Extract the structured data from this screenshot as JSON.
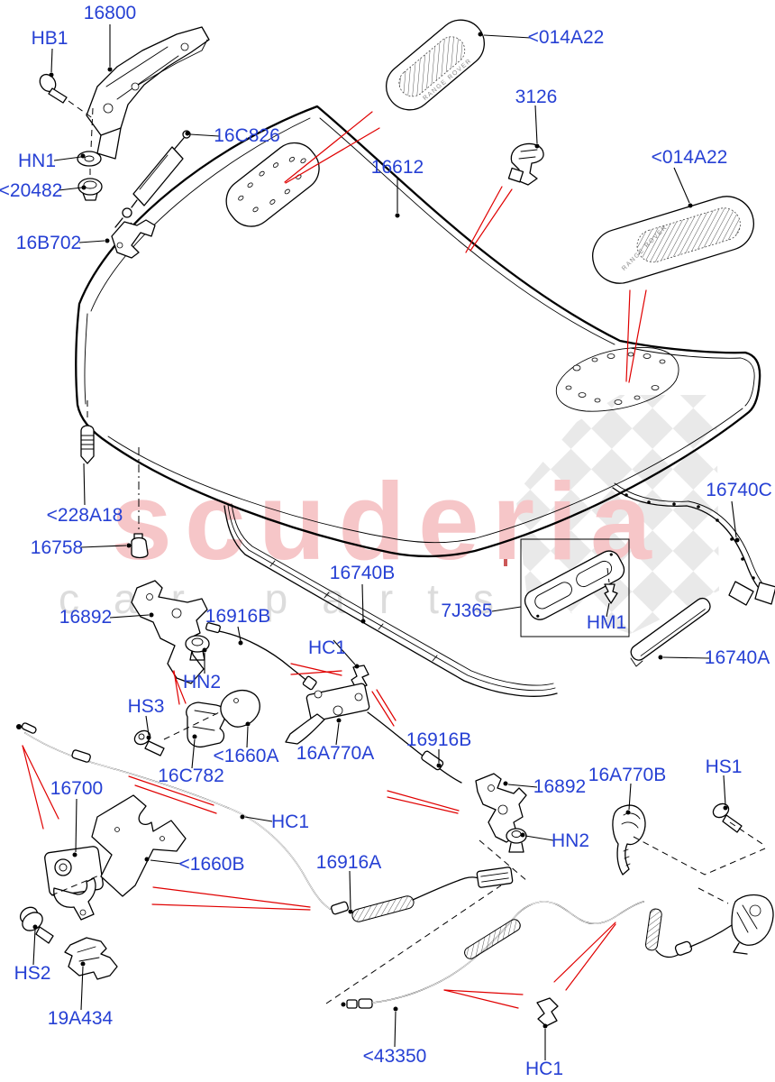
{
  "diagram": {
    "colors": {
      "label_blue": "#2640d4",
      "leader_red": "#e00000",
      "watermark_pink": "#f6c6c8",
      "watermark_gray": "#dcdcdc"
    },
    "watermark": {
      "line1": "scuderia",
      "line2": "car parts"
    },
    "vent_text": "RANGE ROVER",
    "labels": [
      {
        "text": "16800"
      },
      {
        "text": "HB1"
      },
      {
        "text": "16C826"
      },
      {
        "text": "<014A22"
      },
      {
        "text": "3126"
      },
      {
        "text": "16612"
      },
      {
        "text": "<014A22"
      },
      {
        "text": "HN1"
      },
      {
        "text": "<20482"
      },
      {
        "text": "16B702"
      },
      {
        "text": "<228A18"
      },
      {
        "text": "16758"
      },
      {
        "text": "16740C"
      },
      {
        "text": "16892"
      },
      {
        "text": "16916B"
      },
      {
        "text": "16740B"
      },
      {
        "text": "7J365"
      },
      {
        "text": "HM1"
      },
      {
        "text": "16740A"
      },
      {
        "text": "HC1"
      },
      {
        "text": "HN2"
      },
      {
        "text": "HS3"
      },
      {
        "text": "<1660A"
      },
      {
        "text": "16A770A"
      },
      {
        "text": "16916B"
      },
      {
        "text": "16C782"
      },
      {
        "text": "16700"
      },
      {
        "text": "HC1"
      },
      {
        "text": "16892"
      },
      {
        "text": "16A770B"
      },
      {
        "text": "HS1"
      },
      {
        "text": "HN2"
      },
      {
        "text": "<1660B"
      },
      {
        "text": "16916A"
      },
      {
        "text": "HS2"
      },
      {
        "text": "19A434"
      },
      {
        "text": "<43350"
      },
      {
        "text": "HC1"
      }
    ]
  }
}
